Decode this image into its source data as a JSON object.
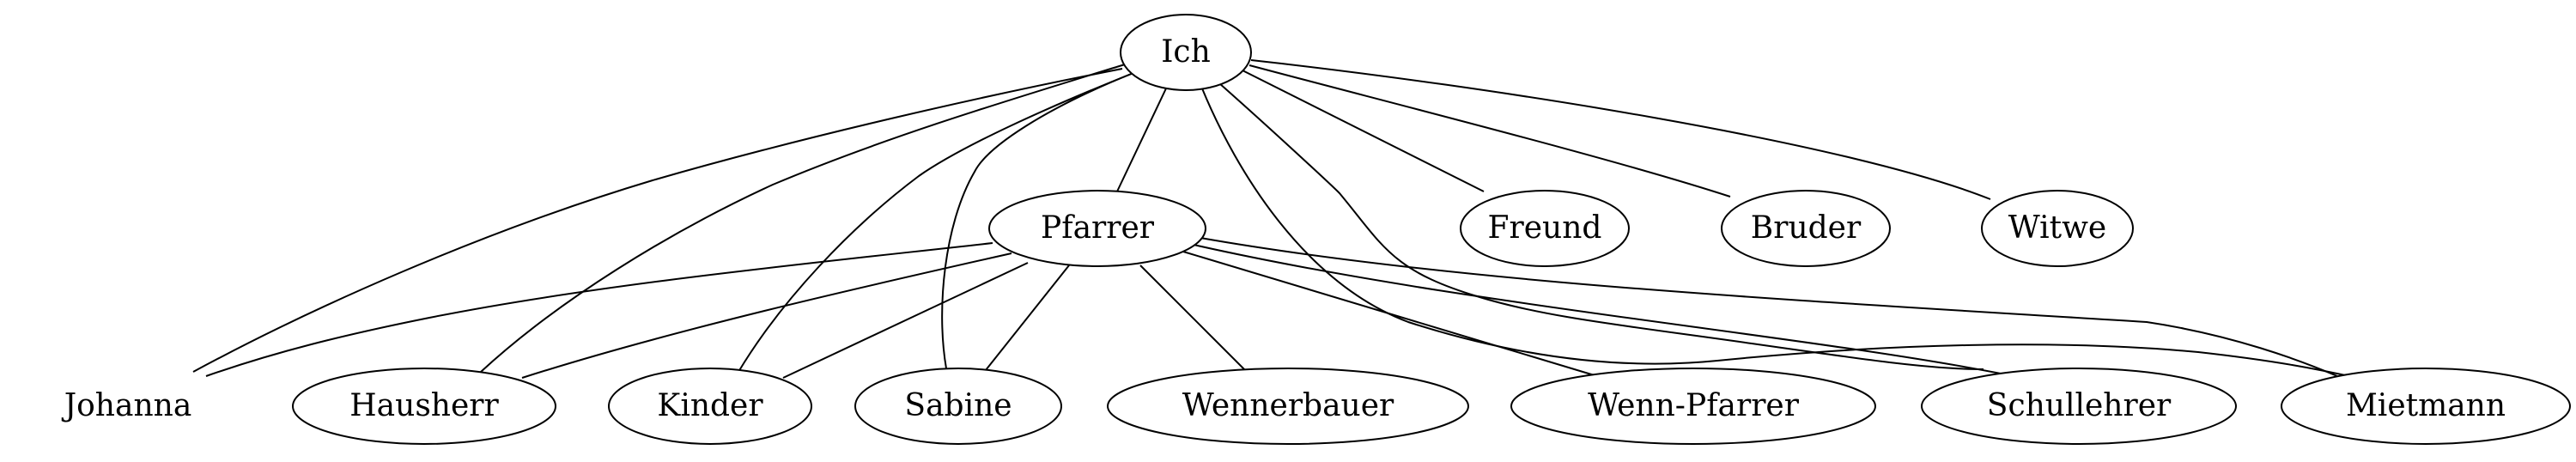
{
  "graph": {
    "highlight_color": "#a6d32f",
    "nodes": [
      {
        "id": "ich",
        "label": "Ich"
      },
      {
        "id": "pfarrer",
        "label": "Pfarrer"
      },
      {
        "id": "freund",
        "label": "Freund"
      },
      {
        "id": "bruder",
        "label": "Bruder"
      },
      {
        "id": "witwe",
        "label": "Witwe"
      },
      {
        "id": "johanna",
        "label": "Johanna",
        "highlighted": true
      },
      {
        "id": "hausherr",
        "label": "Hausherr"
      },
      {
        "id": "kinder",
        "label": "Kinder"
      },
      {
        "id": "sabine",
        "label": "Sabine"
      },
      {
        "id": "wennerbauer",
        "label": "Wennerbauer"
      },
      {
        "id": "wenn-pfarrer",
        "label": "Wenn-Pfarrer"
      },
      {
        "id": "schullehrer",
        "label": "Schullehrer"
      },
      {
        "id": "mietmann",
        "label": "Mietmann"
      }
    ],
    "edges": [
      {
        "from": "ich",
        "to": "johanna"
      },
      {
        "from": "ich",
        "to": "hausherr"
      },
      {
        "from": "ich",
        "to": "kinder"
      },
      {
        "from": "ich",
        "to": "sabine"
      },
      {
        "from": "ich",
        "to": "pfarrer"
      },
      {
        "from": "ich",
        "to": "wenn-pfarrer"
      },
      {
        "from": "ich",
        "to": "mietmann"
      },
      {
        "from": "ich",
        "to": "freund"
      },
      {
        "from": "ich",
        "to": "bruder"
      },
      {
        "from": "ich",
        "to": "witwe"
      },
      {
        "from": "pfarrer",
        "to": "johanna"
      },
      {
        "from": "pfarrer",
        "to": "hausherr"
      },
      {
        "from": "pfarrer",
        "to": "kinder"
      },
      {
        "from": "pfarrer",
        "to": "sabine"
      },
      {
        "from": "pfarrer",
        "to": "wennerbauer"
      },
      {
        "from": "pfarrer",
        "to": "wenn-pfarrer"
      },
      {
        "from": "pfarrer",
        "to": "schullehrer"
      },
      {
        "from": "pfarrer",
        "to": "mietmann"
      }
    ]
  }
}
